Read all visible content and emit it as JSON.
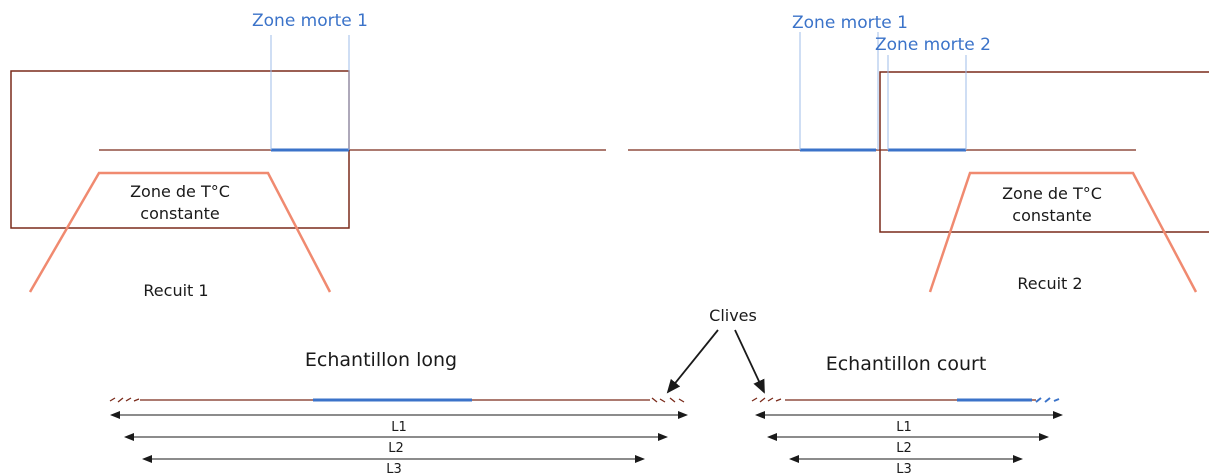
{
  "labels": {
    "zone_morte_1_left": "Zone morte 1",
    "zone_morte_1_right": "Zone morte 1",
    "zone_morte_2_right": "Zone morte 2",
    "zone_left_line1": "Zone de T°C",
    "zone_left_line2": "constante",
    "zone_right_line1": "Zone de T°C",
    "zone_right_line2": "constante",
    "recuit_1": "Recuit 1",
    "recuit_2": "Recuit 2",
    "clives": "Clives",
    "echantillon_long": "Echantillon long",
    "echantillon_court": "Echantillon court",
    "long_L1": "L1",
    "long_L2": "L2",
    "long_L3": "L3",
    "court_L1": "L1",
    "court_L2": "L2",
    "court_L3": "L3"
  },
  "colors": {
    "furnace_outline": "#7a2a1a",
    "temperature_profile": "#f08a70",
    "dead_zone": "#3b73c9",
    "fiber": "#7a2a1a",
    "dimension": "#1a1a1a"
  }
}
